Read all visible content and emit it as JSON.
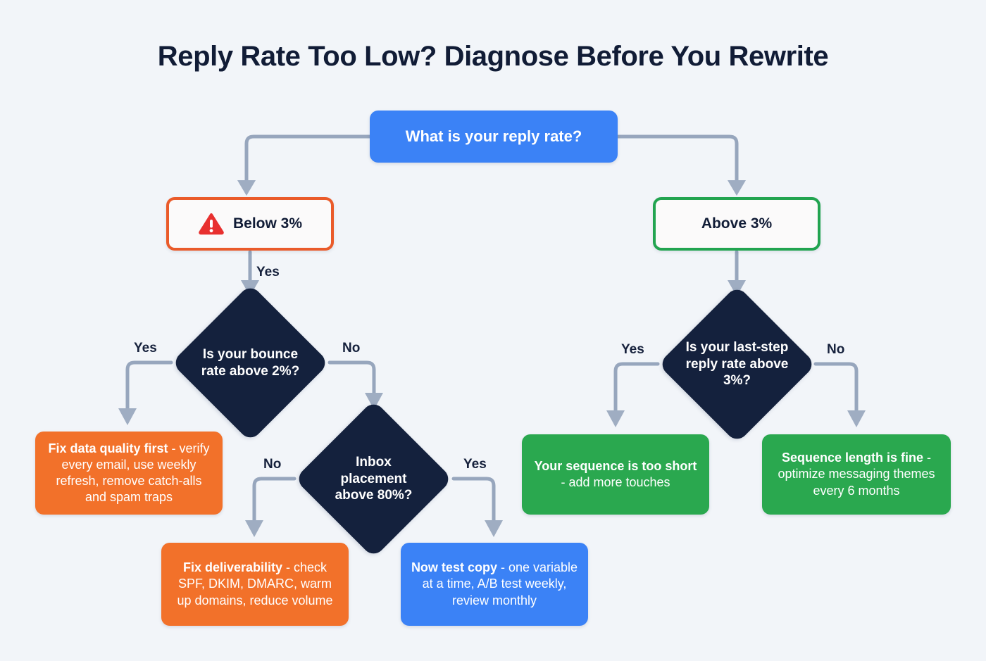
{
  "title": "Reply Rate Too Low? Diagnose Before You Rewrite",
  "colors": {
    "background": "#f2f5f9",
    "title": "#111c36",
    "root_blue": "#3b82f6",
    "danger_orange": "#ea5b2a",
    "action_orange": "#f2712a",
    "ok_green": "#22a450",
    "action_green": "#2aa84f",
    "diamond_navy": "#14213d",
    "connector": "#97a6bd",
    "warning_red": "#e8302f"
  },
  "nodes": {
    "root": {
      "label": "What is your reply rate?"
    },
    "below": {
      "label": "Below 3%",
      "icon": "warning-triangle-icon"
    },
    "above": {
      "label": "Above 3%"
    },
    "bounce_q": {
      "label": "Is your bounce rate above 2%?"
    },
    "laststep_q": {
      "label": "Is your last-step reply rate above 3%?"
    },
    "inbox_q": {
      "label": "Inbox placement above 80%?"
    },
    "fix_data": {
      "lead": "Fix data quality first",
      "rest": " - verify every email, use weekly refresh, remove catch-alls and spam traps"
    },
    "fix_deliverability": {
      "lead": "Fix deliverability",
      "rest": " - check SPF, DKIM, DMARC, warm up domains, reduce volume"
    },
    "test_copy": {
      "lead": "Now test copy",
      "rest": " - one variable at a time, A/B test weekly, review monthly"
    },
    "seq_short": {
      "lead": "Your sequence is too short",
      "rest": " - add more touches"
    },
    "seq_fine": {
      "lead": "Sequence length is fine",
      "rest": " - optimize messaging themes every 6 months"
    }
  },
  "edge_labels": {
    "below_to_bounce": "Yes",
    "bounce_yes": "Yes",
    "bounce_no": "No",
    "inbox_no": "No",
    "inbox_yes": "Yes",
    "laststep_yes": "Yes",
    "laststep_no": "No"
  },
  "chart_data": {
    "type": "flowchart",
    "title": "Reply Rate Too Low? Diagnose Before You Rewrite",
    "nodes": [
      {
        "id": "root",
        "shape": "rounded-rect",
        "style": "blue-filled",
        "text": "What is your reply rate?"
      },
      {
        "id": "below",
        "shape": "rounded-rect",
        "style": "orange-outline",
        "text": "Below 3%",
        "icon": "warning"
      },
      {
        "id": "above",
        "shape": "rounded-rect",
        "style": "green-outline",
        "text": "Above 3%"
      },
      {
        "id": "bounce_q",
        "shape": "diamond",
        "style": "navy",
        "text": "Is your bounce rate above 2%?"
      },
      {
        "id": "laststep_q",
        "shape": "diamond",
        "style": "navy",
        "text": "Is your last-step reply rate above 3%?"
      },
      {
        "id": "inbox_q",
        "shape": "diamond",
        "style": "navy",
        "text": "Inbox placement above 80%?"
      },
      {
        "id": "fix_data",
        "shape": "rounded-rect",
        "style": "orange-filled",
        "text": "Fix data quality first - verify every email, use weekly refresh, remove catch-alls and spam traps"
      },
      {
        "id": "fix_deliverability",
        "shape": "rounded-rect",
        "style": "orange-filled",
        "text": "Fix deliverability - check SPF, DKIM, DMARC, warm up domains, reduce volume"
      },
      {
        "id": "test_copy",
        "shape": "rounded-rect",
        "style": "blue-filled",
        "text": "Now test copy - one variable at a time, A/B test weekly, review monthly"
      },
      {
        "id": "seq_short",
        "shape": "rounded-rect",
        "style": "green-filled",
        "text": "Your sequence is too short - add more touches"
      },
      {
        "id": "seq_fine",
        "shape": "rounded-rect",
        "style": "green-filled",
        "text": "Sequence length is fine - optimize messaging themes every 6 months"
      }
    ],
    "edges": [
      {
        "from": "root",
        "to": "below",
        "label": ""
      },
      {
        "from": "root",
        "to": "above",
        "label": ""
      },
      {
        "from": "below",
        "to": "bounce_q",
        "label": "Yes"
      },
      {
        "from": "bounce_q",
        "to": "fix_data",
        "label": "Yes"
      },
      {
        "from": "bounce_q",
        "to": "inbox_q",
        "label": "No"
      },
      {
        "from": "inbox_q",
        "to": "fix_deliverability",
        "label": "No"
      },
      {
        "from": "inbox_q",
        "to": "test_copy",
        "label": "Yes"
      },
      {
        "from": "above",
        "to": "laststep_q",
        "label": ""
      },
      {
        "from": "laststep_q",
        "to": "seq_short",
        "label": "Yes"
      },
      {
        "from": "laststep_q",
        "to": "seq_fine",
        "label": "No"
      }
    ]
  }
}
